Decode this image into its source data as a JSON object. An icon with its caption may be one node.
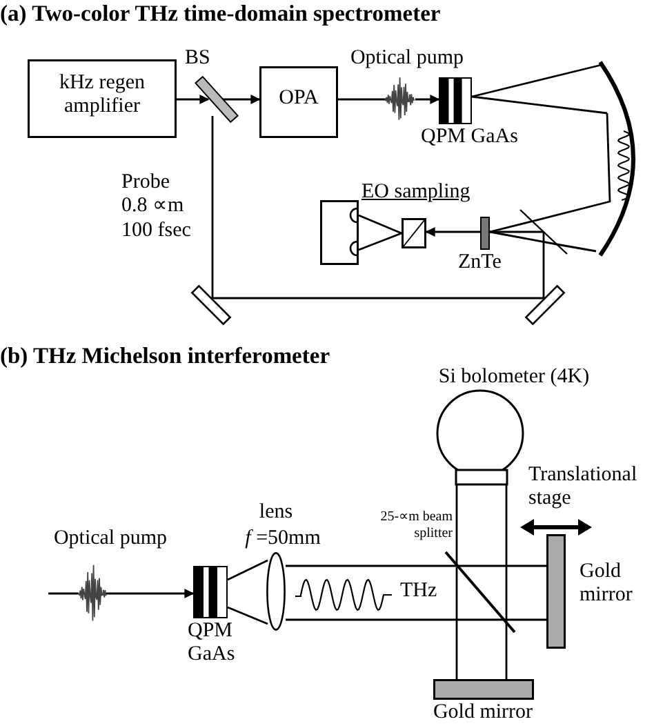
{
  "diagram": {
    "nodes": [
      {
        "text": [
          "kHz regen amplifier"
        ]
      },
      {
        "text": [
          "BS"
        ]
      },
      {
        "text": [
          "OPA"
        ]
      },
      {
        "text": [
          "Optical pump"
        ]
      },
      {
        "text": [
          "QPM GaAs"
        ]
      },
      {
        "text": [],
        "shape": "mirror"
      },
      {
        "text": [
          "ZnTe"
        ]
      },
      {
        "text": [],
        "shape": "box"
      },
      {
        "text": [],
        "shape": "box"
      },
      {
        "text": [],
        "shape": "line"
      },
      {
        "text": [],
        "shape": "mirror"
      },
      {
        "text": [],
        "shape": "mirror"
      },
      {
        "text": [
          "Optical pump"
        ]
      },
      {
        "text": [
          "QPM GaAs"
        ]
      },
      {
        "text": [
          "lens",
          "*f* =50mm"
        ]
      },
      {
        "text": [
          "25-∝m beam splitter"
        ]
      },
      {
        "text": [
          "Si bolometer (4K)"
        ]
      },
      {
        "text": [
          "Gold mirror"
        ]
      },
      {
        "text": [
          "Gold mirror"
        ]
      }
    ],
    "edges": [
      {
        "from": 0,
        "to": 1,
        "arrow": "to"
      },
      {
        "from": 1,
        "to": 2,
        "arrow": "to"
      },
      {
        "from": 2,
        "to": 3,
        "arrow": "none"
      },
      {
        "from": 3,
        "to": 4,
        "arrow": "to"
      },
      {
        "from": 4,
        "to": 5,
        "arrow": "none"
      },
      {
        "from": 5,
        "to": 9,
        "arrow": "none"
      },
      {
        "from": 1,
        "to": 10,
        "arrow": "none"
      },
      {
        "from": 10,
        "to": 11,
        "arrow": "none"
      },
      {
        "from": 11,
        "to": 9,
        "arrow": "none"
      },
      {
        "from": 9,
        "to": 6,
        "arrow": "none"
      },
      {
        "from": 6,
        "to": 8,
        "arrow": "to"
      },
      {
        "from": 8,
        "to": 7,
        "arrow": "none"
      },
      {
        "from": null,
        "to": 12,
        "arrow": "none"
      },
      {
        "from": 12,
        "to": 13,
        "arrow": "to"
      },
      {
        "from": 13,
        "to": 14,
        "arrow": "none"
      },
      {
        "from": 14,
        "to": 15,
        "arrow": "none"
      },
      {
        "from": 15,
        "to": 16,
        "arrow": "none"
      },
      {
        "from": 15,
        "to": 17,
        "arrow": "none"
      },
      {
        "from": 15,
        "to": 18,
        "arrow": "none"
      },
      {
        "from": 4,
        "to": 5,
        "arrow": "none"
      },
      {
        "from": 5,
        "to": 9,
        "arrow": "none"
      },
      {
        "from": 9,
        "to": 6,
        "arrow": "none"
      },
      {
        "from": 9,
        "to": 6,
        "arrow": "none"
      },
      {
        "from": 8,
        "to": 7,
        "arrow": "none"
      },
      {
        "from": 13,
        "to": 14,
        "arrow": "none"
      },
      {
        "from": 14,
        "to": 15,
        "arrow": "none"
      },
      {
        "from": 15,
        "to": 16,
        "arrow": "none"
      },
      {
        "from": 15,
        "to": 17,
        "arrow": "none"
      },
      {
        "from": 15,
        "to": 18,
        "arrow": "none"
      }
    ],
    "labels": [
      "(a) Two-color THz time-domain spectrometer",
      "Probe 0.8 ∝m 100 fsec",
      "EO sampling",
      "(b) THz Michelson interferometer",
      "Translational stage",
      "THz"
    ]
  }
}
